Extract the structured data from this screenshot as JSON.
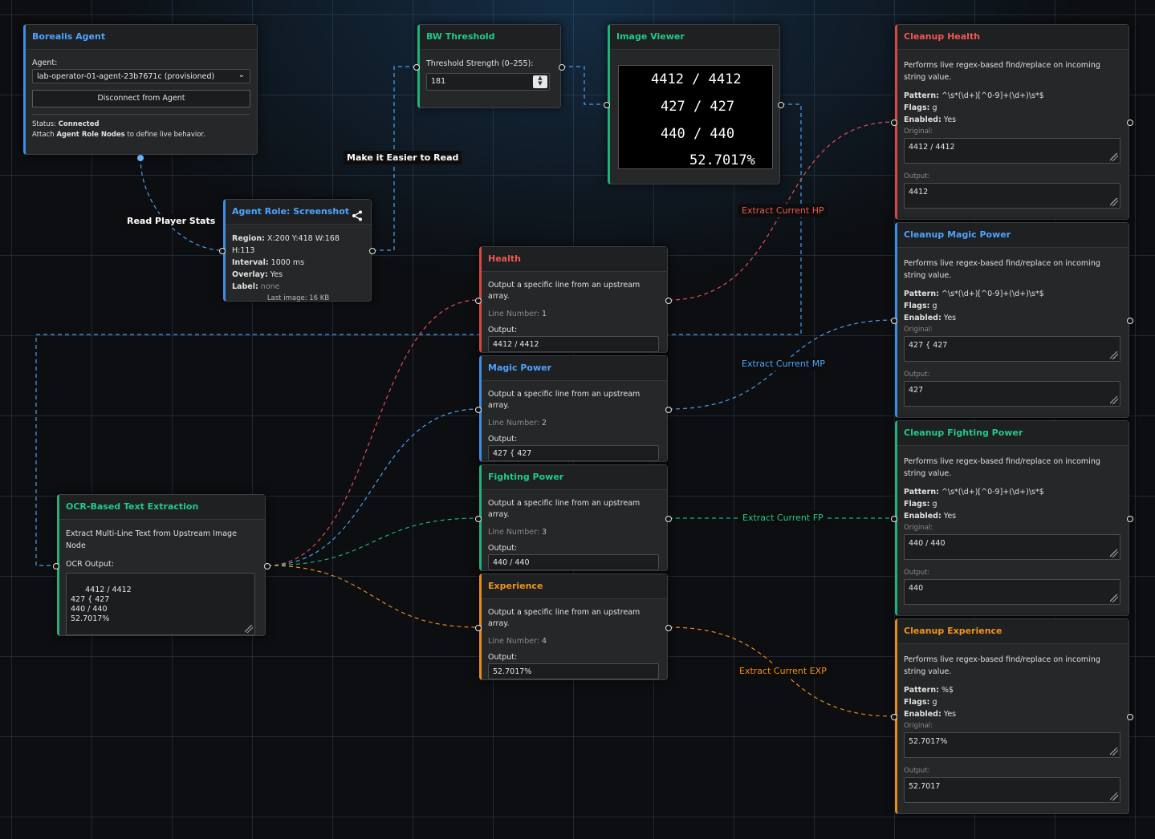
{
  "agent_node": {
    "title": "Borealis Agent",
    "agent_label": "Agent:",
    "agent_value": "lab-operator-01-agent-23b7671c (provisioned)",
    "disconnect_label": "Disconnect from Agent",
    "status_label": "Status:",
    "status_value": "Connected",
    "hint_pre": "Attach",
    "hint_bold": "Agent Role Nodes",
    "hint_post": "to define live behavior."
  },
  "bw_node": {
    "title": "BW Threshold",
    "strength_label": "Threshold Strength (0–255):",
    "strength_value": "181"
  },
  "viewer_node": {
    "title": "Image Viewer",
    "lines": [
      "4412 / 4412",
      "427 / 427",
      "440 / 440",
      "52.7017%"
    ]
  },
  "role_node": {
    "title": "Agent Role: Screenshot",
    "region_label": "Region:",
    "region_value": "X:200 Y:418 W:168 H:113",
    "interval_label": "Interval:",
    "interval_value": "1000 ms",
    "overlay_label": "Overlay:",
    "overlay_value": "Yes",
    "label_label": "Label:",
    "label_value": "none",
    "last_image": "Last image: 16 KB"
  },
  "ocr_node": {
    "title": "OCR-Based Text Extraction",
    "desc": "Extract Multi-Line Text from Upstream Image Node",
    "output_label": "OCR Output:",
    "output_value": "4412 / 4412\n427 { 427\n440 / 440\n52.7017%"
  },
  "line_nodes": [
    {
      "title": "Health",
      "desc": "Output a specific line from an upstream array.",
      "line_label": "Line Number:",
      "line_value": "1",
      "output_label": "Output:",
      "output_value": "4412 / 4412"
    },
    {
      "title": "Magic Power",
      "desc": "Output a specific line from an upstream array.",
      "line_label": "Line Number:",
      "line_value": "2",
      "output_label": "Output:",
      "output_value": "427 { 427"
    },
    {
      "title": "Fighting Power",
      "desc": "Output a specific line from an upstream array.",
      "line_label": "Line Number:",
      "line_value": "3",
      "output_label": "Output:",
      "output_value": "440 / 440"
    },
    {
      "title": "Experience",
      "desc": "Output a specific line from an upstream array.",
      "line_label": "Line Number:",
      "line_value": "4",
      "output_label": "Output:",
      "output_value": "52.7017%"
    }
  ],
  "cleanup_nodes": [
    {
      "title": "Cleanup Health",
      "desc": "Performs live regex-based find/replace on incoming string value.",
      "pattern_label": "Pattern:",
      "pattern_value": "^\\s*(\\d+)[^0-9]+(\\d+)\\s*$",
      "flags_label": "Flags:",
      "flags_value": "g",
      "enabled_label": "Enabled:",
      "enabled_value": "Yes",
      "original_label": "Original:",
      "original_value": "4412 / 4412",
      "output_label": "Output:",
      "output_value": "4412"
    },
    {
      "title": "Cleanup Magic Power",
      "desc": "Performs live regex-based find/replace on incoming string value.",
      "pattern_label": "Pattern:",
      "pattern_value": "^\\s*(\\d+)[^0-9]+(\\d+)\\s*$",
      "flags_label": "Flags:",
      "flags_value": "g",
      "enabled_label": "Enabled:",
      "enabled_value": "Yes",
      "original_label": "Original:",
      "original_value": "427 { 427",
      "output_label": "Output:",
      "output_value": "427"
    },
    {
      "title": "Cleanup Fighting Power",
      "desc": "Performs live regex-based find/replace on incoming string value.",
      "pattern_label": "Pattern:",
      "pattern_value": "^\\s*(\\d+)[^0-9]+(\\d+)\\s*$",
      "flags_label": "Flags:",
      "flags_value": "g",
      "enabled_label": "Enabled:",
      "enabled_value": "Yes",
      "original_label": "Original:",
      "original_value": "440 / 440",
      "output_label": "Output:",
      "output_value": "440"
    },
    {
      "title": "Cleanup Experience",
      "desc": "Performs live regex-based find/replace on incoming string value.",
      "pattern_label": "Pattern:",
      "pattern_value": "%$",
      "flags_label": "Flags:",
      "flags_value": "g",
      "enabled_label": "Enabled:",
      "enabled_value": "Yes",
      "original_label": "Original:",
      "original_value": "52.7017%",
      "output_label": "Output:",
      "output_value": "52.7017"
    }
  ],
  "edge_labels": {
    "read_stats": "Read Player Stats",
    "easier": "Make it Easier to Read",
    "hp": "Extract Current HP",
    "mp": "Extract Current MP",
    "fp": "Extract Current FP",
    "exp": "Extract Current EXP"
  },
  "colors": {
    "blue": "#3a8ee6",
    "green": "#1fb37a",
    "red": "#d84646",
    "orange": "#e88a1a"
  },
  "icons": {
    "share": "share-icon",
    "dropdown": "chevron-down-icon",
    "spinner": "spinner-arrows-icon",
    "resize": "resize-grip-icon"
  }
}
